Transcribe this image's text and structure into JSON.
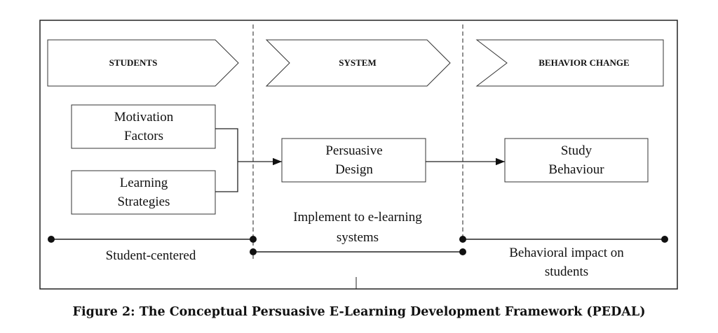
{
  "headers": {
    "students": "STUDENTS",
    "system": "SYSTEM",
    "behavior_change": "BEHAVIOR CHANGE"
  },
  "boxes": {
    "motivation": [
      "Motivation",
      "Factors"
    ],
    "learning": [
      "Learning",
      "Strategies"
    ],
    "persuasive": [
      "Persuasive",
      "Design"
    ],
    "study": [
      "Study",
      "Behaviour"
    ]
  },
  "labels": {
    "implement": [
      "Implement to e-learning",
      "systems"
    ],
    "student_centered": "Student-centered",
    "behavioral_impact": [
      "Behavioral impact on",
      "students"
    ]
  },
  "caption": "Figure 2: The Conceptual Persuasive E-Learning Development Framework (PEDAL)"
}
